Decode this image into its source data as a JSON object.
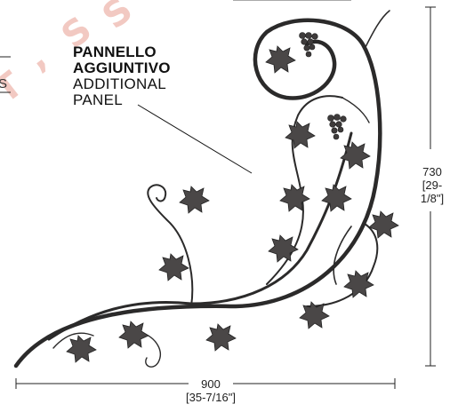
{
  "label": {
    "italian_line1": "PANNELLO",
    "italian_line2": "AGGIUNTIVO",
    "english_line1": "ADDITIONAL",
    "english_line2": "PANEL"
  },
  "dimensions": {
    "height_mm": "730",
    "height_in": "[29-1/8\"]",
    "width_mm": "900",
    "width_in": "[35-7/16\"]"
  },
  "partial_text": "S",
  "watermark": {
    "letters": [
      "T",
      "S",
      ",",
      "S"
    ],
    "color": "#f2c9c2"
  }
}
